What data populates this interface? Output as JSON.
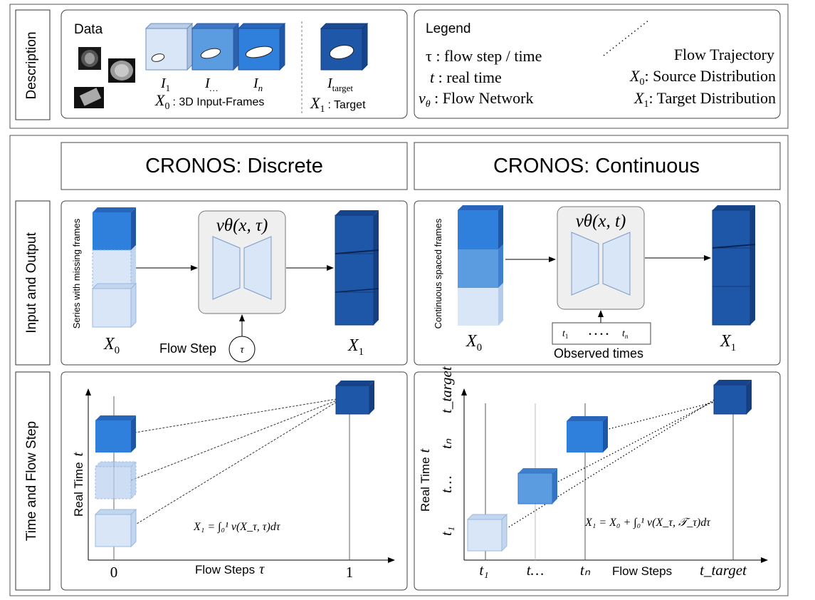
{
  "colors": {
    "dark": "#1e56a8",
    "mid": "#2f7fdc",
    "light": "#d8e6f7",
    "lightMid": "#5b9be0"
  },
  "description": {
    "section_label": "Description",
    "data_title": "Data",
    "frame_labels": [
      "I",
      "I",
      "I"
    ],
    "frame_subs": [
      "1",
      "…",
      "n"
    ],
    "target_label": "I",
    "target_sub": "target",
    "x0_symbol": "X",
    "x0_sub": "0",
    "x0_text": ": 3D Input-Frames",
    "x1_symbol": "X",
    "x1_sub": "1",
    "x1_text": ": Target"
  },
  "legend": {
    "title": "Legend",
    "tau_line": "τ : flow step / time",
    "t_sym": "t",
    "t_text": " : real time",
    "v_sym": "v",
    "v_sub": "θ",
    "v_text": " : Flow Network",
    "trajectory": "Flow Trajectory",
    "x0_sym": "X",
    "x0_sub": "0",
    "x0_text": ": Source Distribution",
    "x1_sym": "X",
    "x1_sub": "1",
    "x1_text": ": Target Distribution"
  },
  "headers": {
    "discrete": "CRONOS: Discrete",
    "continuous": "CRONOS: Continuous"
  },
  "rows": {
    "io": "Input and Output",
    "time": "Time and Flow Step"
  },
  "discrete_io": {
    "side_label": "Series with missing frames",
    "network_label": "vθ(x, τ)",
    "flow_step": "Flow Step",
    "tau": "τ",
    "x0": "X",
    "x0_sub": "0",
    "x1": "X",
    "x1_sub": "1"
  },
  "continuous_io": {
    "side_label": "Continuous spaced  frames",
    "network_label": "vθ(x, t)",
    "t1": "t",
    "t1_sub": "1",
    "dots": ". . . .",
    "tn": "t",
    "tn_sub": "n",
    "observed": "Observed times",
    "x0": "X",
    "x0_sub": "0",
    "x1": "X",
    "x1_sub": "1"
  },
  "discrete_time": {
    "y_label": "Real Time",
    "y_sym": "t",
    "x_label": "Flow Steps",
    "x_sym": "τ",
    "tick0": "0",
    "tick1": "1",
    "formula": "X₁ = ∫₀¹ v(X_τ, τ)dτ"
  },
  "continuous_time": {
    "y_label": "Real Time",
    "y_sym": "t",
    "x_label": "Flow Steps",
    "y_ticks": [
      "t₁",
      "t…",
      "tₙ",
      "t_target"
    ],
    "x_ticks": [
      "t₁",
      "t…",
      "tₙ",
      "t_target"
    ],
    "formula": "X₁ = X₀ + ∫₀¹ v(X_τ, 𝒯_τ)dτ"
  }
}
